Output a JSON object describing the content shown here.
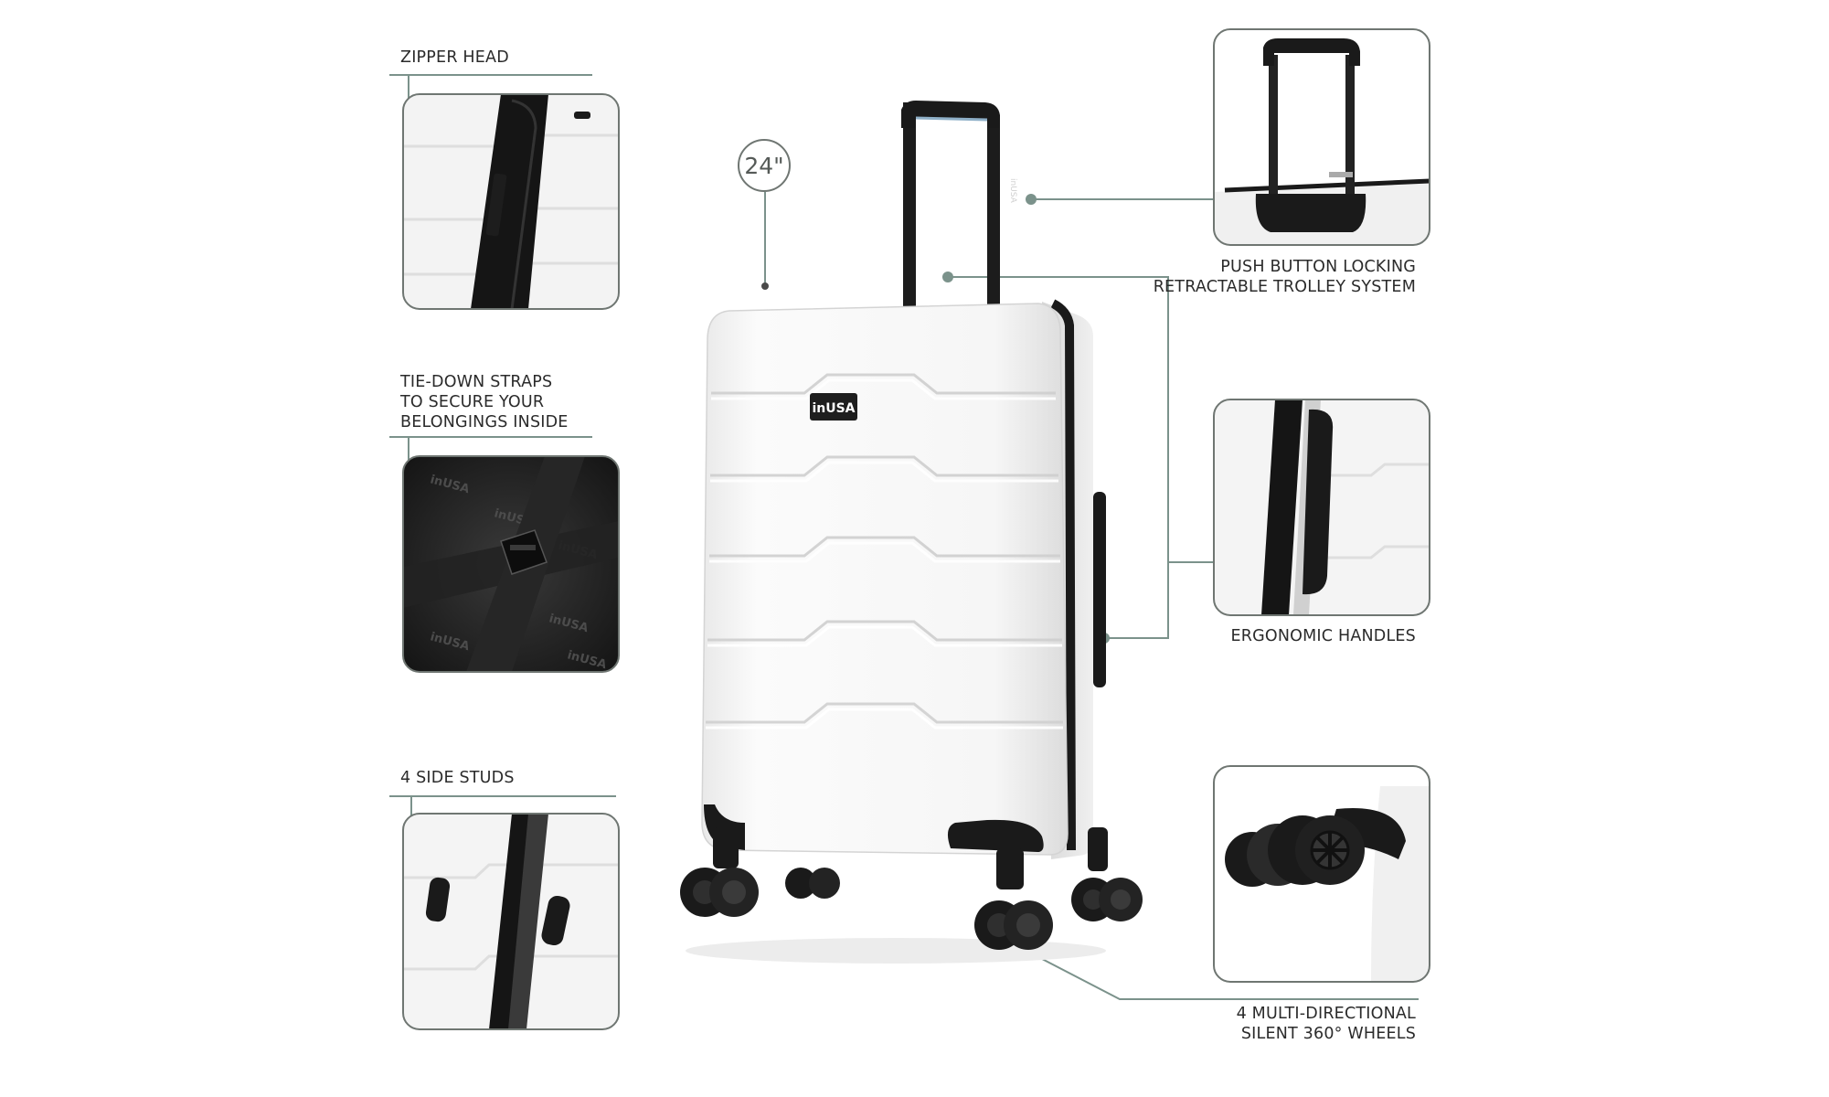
{
  "brand": "inUSA",
  "size_badge": "24\"",
  "features": {
    "zipper": "ZIPPER HEAD",
    "tiedown": [
      "TIE-DOWN STRAPS",
      "TO SECURE YOUR",
      "BELONGINGS INSIDE"
    ],
    "studs": "4 SIDE STUDS",
    "trolley": [
      "PUSH BUTTON LOCKING",
      "RETRACTABLE TROLLEY SYSTEM"
    ],
    "handles": "ERGONOMIC HANDLES",
    "wheels": [
      "4 MULTI-DIRECTIONAL",
      "SILENT 360°  WHEELS"
    ]
  },
  "colors": {
    "leader": "#7b928b",
    "panel_border": "#6f7672",
    "shell": "#f2f2f2",
    "trim": "#1a1a1a"
  }
}
